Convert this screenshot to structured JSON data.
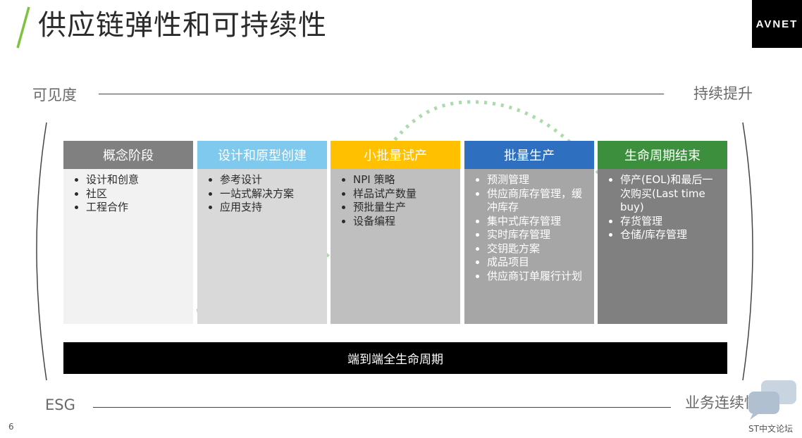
{
  "header": {
    "title": "供应链弹性和可持续性",
    "logo_text": "AVNET"
  },
  "labels": {
    "top_left": "可见度",
    "top_right": "持续提升",
    "bottom_left": "ESG",
    "bottom_right": "业务连续性"
  },
  "columns": [
    {
      "title": "概念阶段",
      "header_color": "#808080",
      "body_color": "#f2f2f2",
      "text_color": "#2b2b2b",
      "items": [
        "设计和创意",
        "社区",
        "工程合作"
      ]
    },
    {
      "title": "设计和原型创建",
      "header_color": "#7fc9ee",
      "body_color": "#d9d9d9",
      "text_color": "#2b2b2b",
      "items": [
        "参考设计",
        "一站式解决方案",
        "应用支持"
      ]
    },
    {
      "title": "小批量试产",
      "header_color": "#ffc000",
      "body_color": "#bfbfbf",
      "text_color": "#2b2b2b",
      "items": [
        "NPI 策略",
        "样品试产数量",
        "预批量生产",
        "设备编程"
      ]
    },
    {
      "title": "批量生产",
      "header_color": "#2e6fbf",
      "body_color": "#a6a6a6",
      "text_color": "#ffffff",
      "items": [
        "预测管理",
        "供应商库存管理，缓冲库存",
        "集中式库存管理",
        "实时库存管理",
        "交钥匙方案",
        "成品项目",
        "供应商订单履行计划"
      ]
    },
    {
      "title": "生命周期结束",
      "header_color": "#3c8f3c",
      "body_color": "#808080",
      "text_color": "#ffffff",
      "items": [
        "停产(EOL)和最后一次购买(Last time buy)",
        "存货管理",
        "仓储/库存管理"
      ]
    }
  ],
  "footer_bar": {
    "label": "端到端全生命周期"
  },
  "page_number": "6",
  "watermark": "ST中文论坛",
  "colors": {
    "accent_green": "#7dc242",
    "dotted_curve": "#a9dca9",
    "bar": "#000000"
  }
}
